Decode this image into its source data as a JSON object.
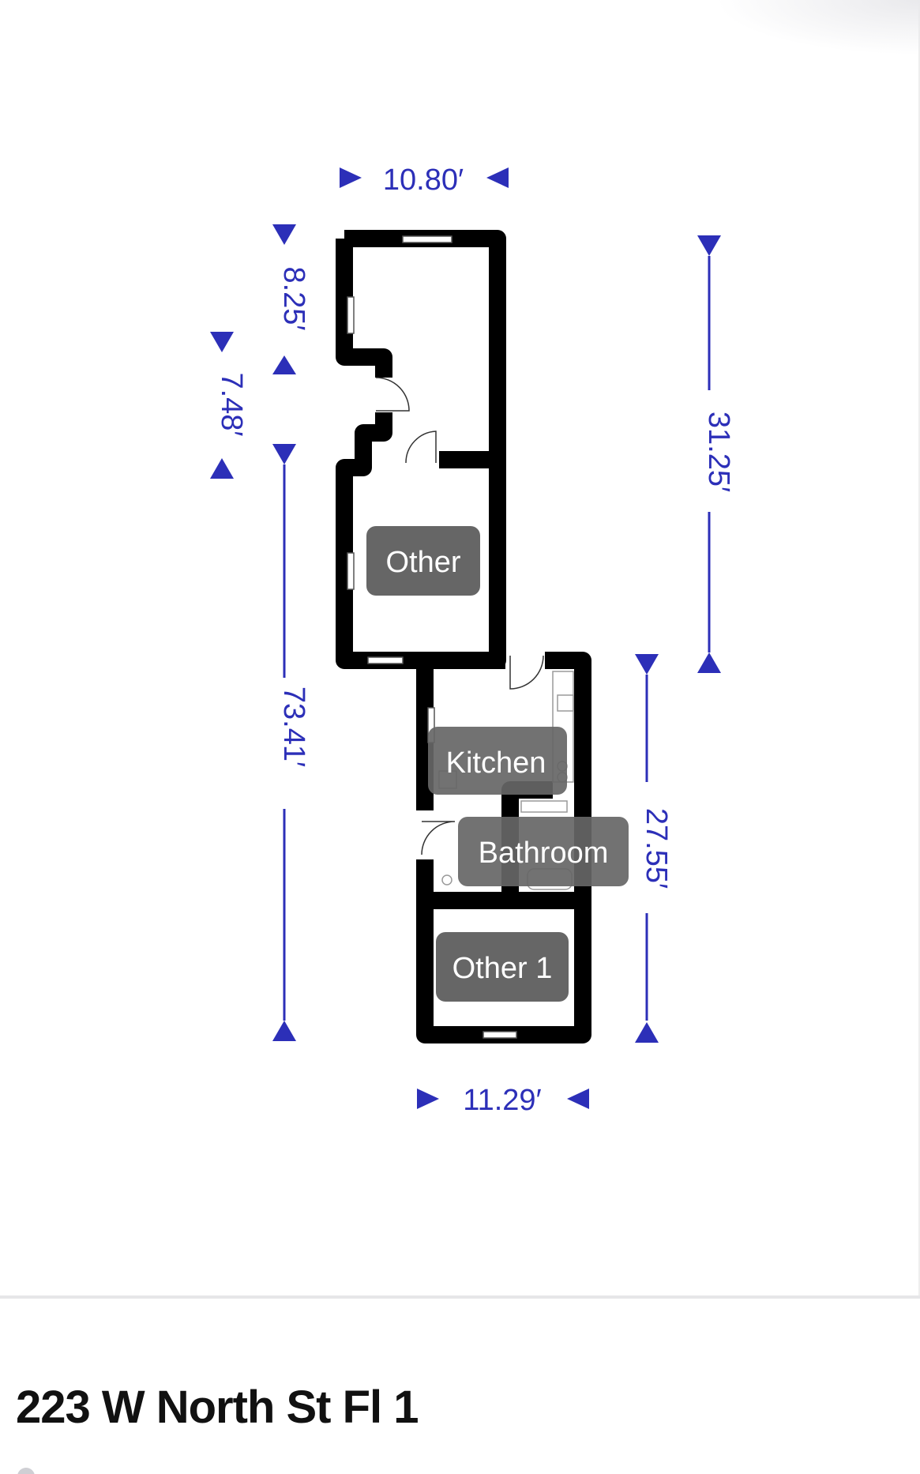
{
  "floorplan": {
    "dimensions": {
      "top_width": "10.80′",
      "left_upper": "8.25′",
      "left_middle": "7.48′",
      "left_lower": "73.41′",
      "right_upper": "31.25′",
      "right_lower": "27.55′",
      "bottom_width": "11.29′"
    },
    "rooms": [
      {
        "label": "Other"
      },
      {
        "label": "Kitchen"
      },
      {
        "label": "Bathroom"
      },
      {
        "label": "Other 1"
      }
    ],
    "colors": {
      "dimension": "#2c2fb8",
      "wall": "#000000",
      "label_bg": "#666666",
      "label_text": "#ffffff"
    }
  },
  "listing": {
    "address": "223 W North St Fl 1"
  }
}
